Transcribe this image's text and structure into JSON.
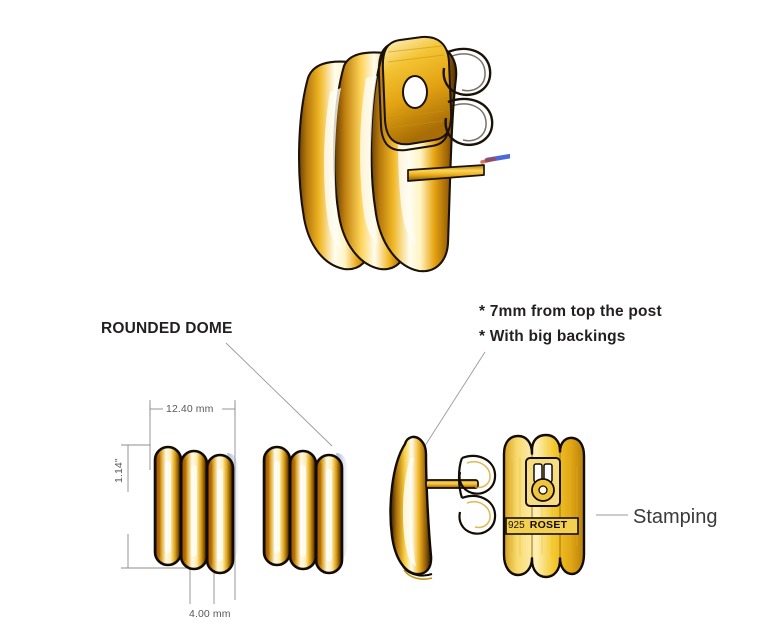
{
  "document": {
    "background_color": "#ffffff",
    "metal_color": "#e8a81c",
    "ink_color": "#231f20"
  },
  "callouts": {
    "rounded_dome": "ROUNDED DOME",
    "notes": [
      "* 7mm from top the post",
      "* With big backings"
    ],
    "stamping": "Stamping"
  },
  "dimensions": {
    "width": "12.40 mm",
    "height": "1.14\"",
    "depth": "4.00 mm"
  },
  "stamp": {
    "purity": "925",
    "brand": "ROSET"
  },
  "views": {
    "hero": "perspective-earring-with-post-and-butterfly-clutch",
    "front_left": "front-view-three-rib-dome",
    "front_right": "front-view-three-rib-dome-alt",
    "side": "side-profile-with-post-and-clutch",
    "back": "back-plate-with-post-housing-and-stamp"
  }
}
